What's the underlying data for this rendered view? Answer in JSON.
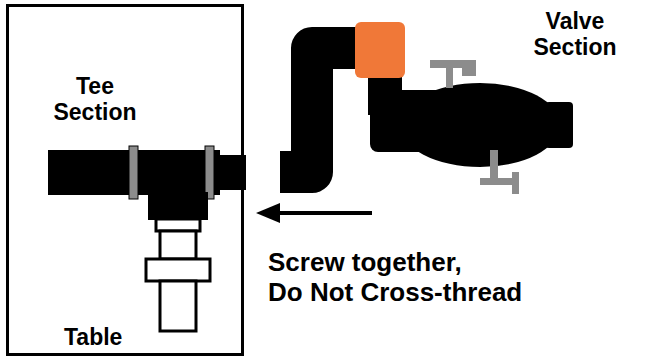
{
  "diagram": {
    "nodes": [
      {
        "text": [
          "Tee Section",
          "Table"
        ]
      }
    ],
    "labels": [
      "Valve Section",
      "Screw together, Do Not Cross-thread"
    ]
  }
}
